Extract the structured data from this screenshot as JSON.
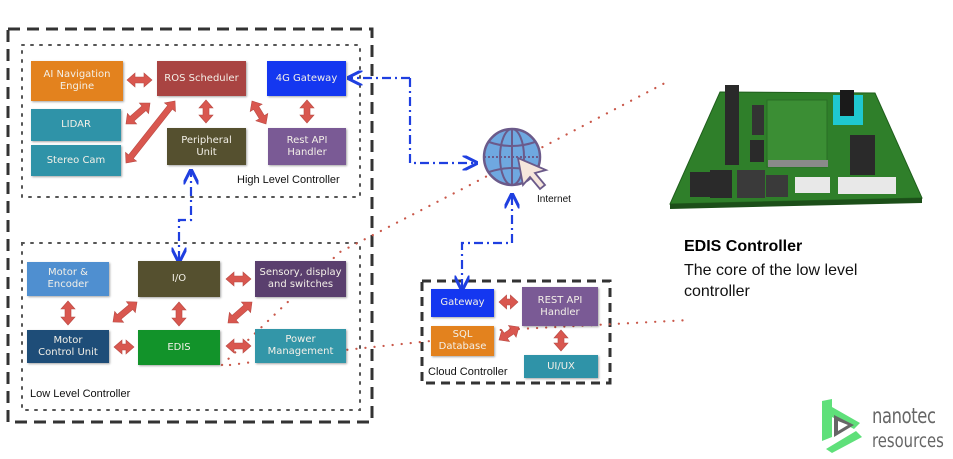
{
  "diagram": {
    "high_level": {
      "label": "High Level Controller",
      "blocks": {
        "ai_nav": {
          "label": "AI Navigation\nEngine",
          "color": "#e3821e"
        },
        "ros": {
          "label": "ROS Scheduler",
          "color": "#a94442"
        },
        "gateway4g": {
          "label": "4G Gateway",
          "color": "#1437f0"
        },
        "lidar": {
          "label": "LIDAR",
          "color": "#2f93a8"
        },
        "stereo": {
          "label": "Stereo Cam",
          "color": "#2f93a8"
        },
        "peripheral": {
          "label": "Peripheral\nUnit",
          "color": "#55502f"
        },
        "rest_api": {
          "label": "Rest API\nHandler",
          "color": "#7a5a95"
        }
      }
    },
    "low_level": {
      "label": "Low Level Controller",
      "blocks": {
        "motor_encoder": {
          "label": "Motor  &\nEncoder",
          "color": "#4f8fd0"
        },
        "io": {
          "label": "I/O",
          "color": "#55502f"
        },
        "sensory": {
          "label": "Sensory, display\nand switches",
          "color": "#5a3f6e"
        },
        "mcu": {
          "label": "Motor\nControl Unit",
          "color": "#1e4d78"
        },
        "edis": {
          "label": "EDIS",
          "color": "#12932a"
        },
        "power": {
          "label": "Power\nManagement",
          "color": "#3396a8"
        }
      }
    },
    "cloud": {
      "label": "Cloud Controller",
      "blocks": {
        "gateway": {
          "label": "Gateway",
          "color": "#1437f0"
        },
        "rest_api": {
          "label": "REST API\nHandler",
          "color": "#7a5a95"
        },
        "sql": {
          "label": "SQL\nDatabase",
          "color": "#e3821e"
        },
        "uiux": {
          "label": "UI/UX",
          "color": "#2f93a8"
        }
      }
    },
    "internet": {
      "label": "Internet",
      "icon": "globe-cursor-icon"
    },
    "board_image": "pcb-board-image",
    "colors": {
      "arrow": "#d9574f",
      "link": "#1f3fe0",
      "dots": "#c9584a",
      "frame": "#333333"
    }
  },
  "info": {
    "title": "EDIS Controller",
    "description": "The core of the low level controller"
  },
  "logo": {
    "line1": "nanotec",
    "line2": "resources",
    "accent": "#5fe07a"
  }
}
